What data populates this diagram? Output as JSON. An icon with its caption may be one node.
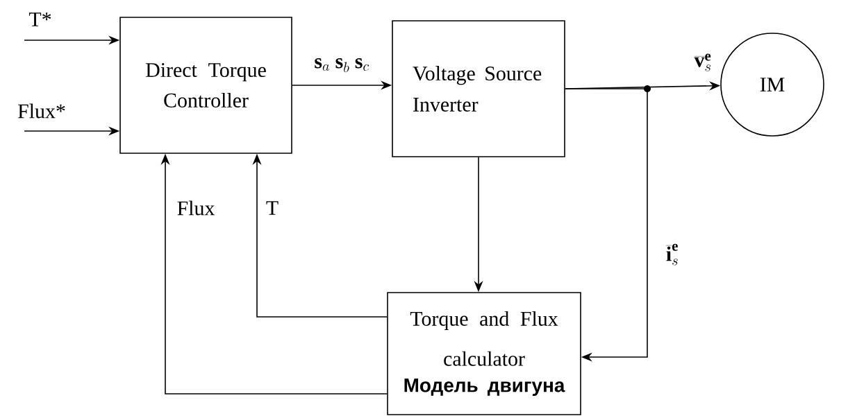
{
  "diagram": {
    "nodes": [
      {
        "text": [
          "Direct Torque Controller"
        ]
      },
      {
        "text": [
          "Voltage Source Inverter"
        ]
      },
      {
        "text": [
          "IM"
        ]
      },
      {
        "text": [
          "Torque and Flux calculator",
          "Модель двигуна"
        ]
      }
    ],
    "edges": [
      {
        "from": null,
        "to": 0,
        "arrow": "to",
        "label": "T*"
      },
      {
        "from": null,
        "to": 0,
        "arrow": "to",
        "label": "Flux*"
      },
      {
        "from": 0,
        "to": 1,
        "arrow": "to",
        "label": "\\mathbf{s}_{a}\\ \\mathbf{s}_{b}\\ \\mathbf{s}_{c}"
      },
      {
        "from": 1,
        "to": 2,
        "arrow": "to",
        "label": "\\overline{\\mathbf{v}}_{s}^{\\mathbf{e}}"
      },
      {
        "from": 1,
        "to": 3,
        "arrow": "to"
      },
      {
        "from": 1,
        "to": 3,
        "arrow": "to",
        "label": "\\overline{\\mathbf{i}}_{s}^{\\mathbf{e}}"
      },
      {
        "from": 3,
        "to": 0,
        "arrow": "to",
        "label": "T"
      },
      {
        "from": 3,
        "to": 0,
        "arrow": "to",
        "label": "Flux"
      }
    ]
  }
}
